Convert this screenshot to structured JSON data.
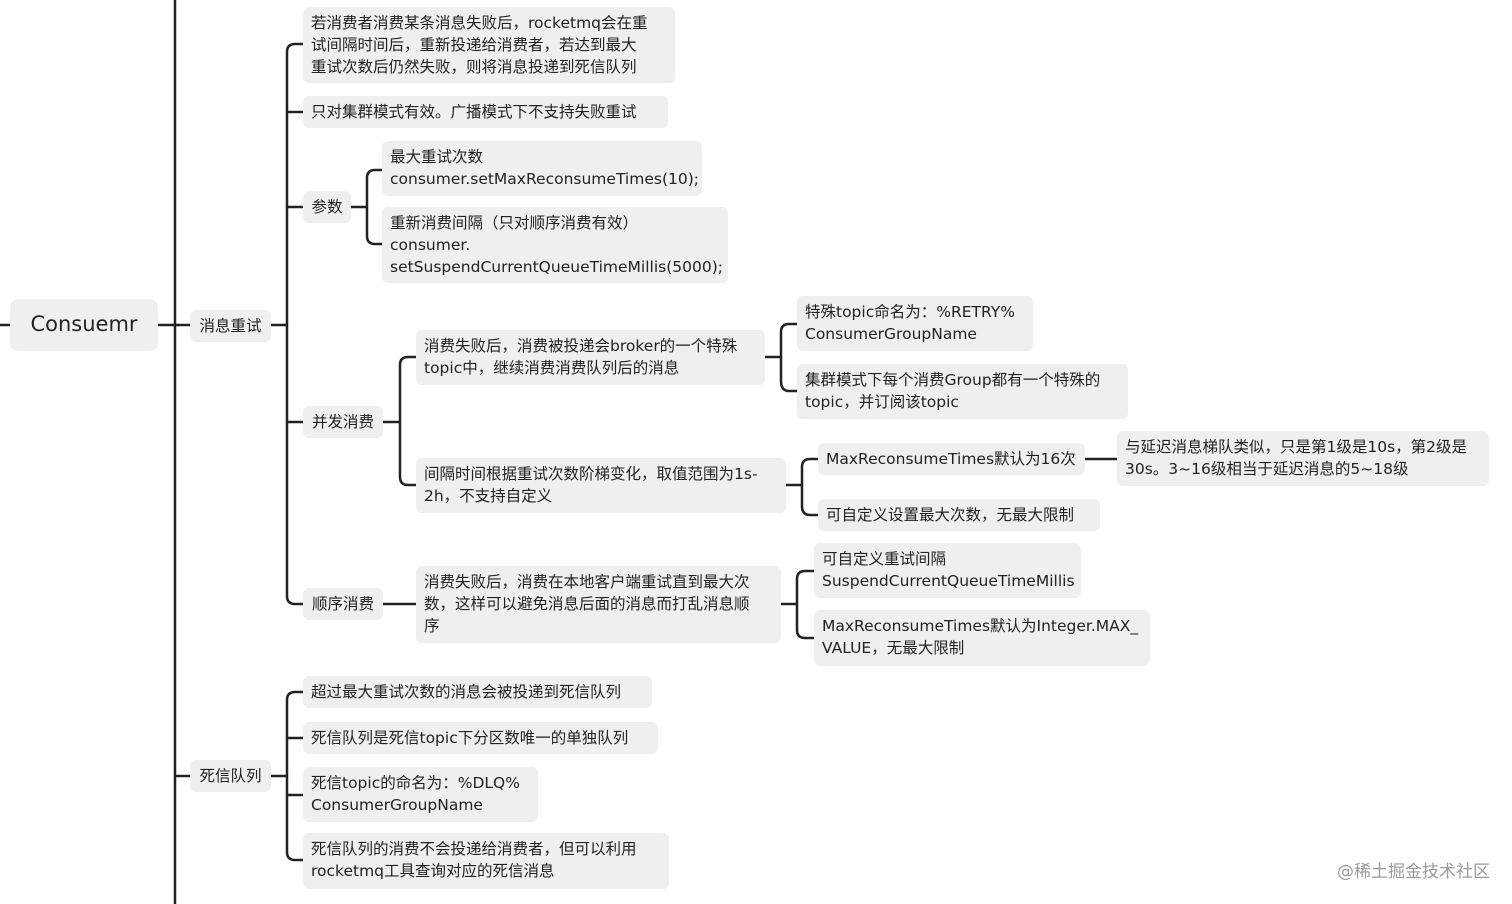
{
  "root": "Consuemr",
  "retry": {
    "label": "消息重试",
    "desc1": [
      "若消费者消费某条消息失败后，rocketmq会在重",
      "试间隔时间后，重新投递给消费者，若达到最大",
      "重试次数后仍然失败，则将消息投递到死信队列"
    ],
    "desc2": "只对集群模式有效。广播模式下不支持失败重试",
    "params": {
      "label": "参数",
      "p1": [
        "最大重试次数",
        "consumer.setMaxReconsumeTimes(10);"
      ],
      "p2": [
        "重新消费间隔（只对顺序消费有效）",
        "consumer.",
        "setSuspendCurrentQueueTimeMillis(5000);"
      ]
    },
    "concurrent": {
      "label": "并发消费",
      "c1": [
        "消费失败后，消费被投递会broker的一个特殊",
        "topic中，继续消费消费队列后的消息"
      ],
      "c1a": [
        "特殊topic命名为：%RETRY%",
        "ConsumerGroupName"
      ],
      "c1b": [
        "集群模式下每个消费Group都有一个特殊的",
        "topic，并订阅该topic"
      ],
      "c2": [
        "间隔时间根据重试次数阶梯变化，取值范围为1s-",
        "2h，不支持自定义"
      ],
      "c2a": "MaxReconsumeTimes默认为16次",
      "c2a1": [
        "与延迟消息梯队类似，只是第1级是10s，第2级是",
        "30s。3~16级相当于延迟消息的5~18级"
      ],
      "c2b": "可自定义设置最大次数，无最大限制"
    },
    "ordered": {
      "label": "顺序消费",
      "o1": [
        "消费失败后，消费在本地客户端重试直到最大次",
        "数，这样可以避免消息后面的消息而打乱消息顺",
        "序"
      ],
      "o1a": [
        "可自定义重试间隔",
        "SuspendCurrentQueueTimeMillis"
      ],
      "o1b": [
        "MaxReconsumeTimes默认为Integer.MAX_",
        "VALUE，无最大限制"
      ]
    }
  },
  "dlq": {
    "label": "死信队列",
    "d1": "超过最大重试次数的消息会被投递到死信队列",
    "d2": "死信队列是死信topic下分区数唯一的单独队列",
    "d3": [
      "死信topic的命名为：%DLQ%",
      "ConsumerGroupName"
    ],
    "d4": [
      "死信队列的消费不会投递给消费者，但可以利用",
      "rocketmq工具查询对应的死信消息"
    ]
  },
  "watermark": "@稀土掘金技术社区"
}
